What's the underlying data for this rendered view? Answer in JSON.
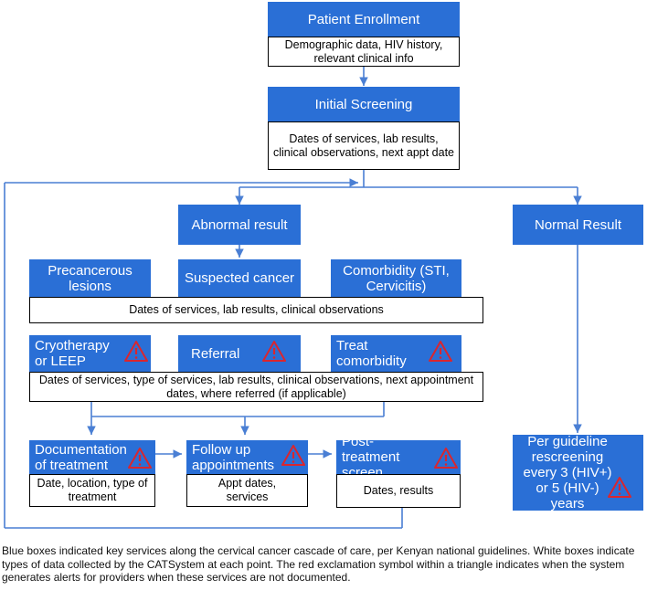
{
  "nodes": {
    "patient_enrollment": "Patient Enrollment",
    "patient_enrollment_data": "Demographic data, HIV history, relevant clinical info",
    "initial_screening": "Initial Screening",
    "initial_screening_data": "Dates of services, lab results, clinical observations, next appt date",
    "abnormal_result": "Abnormal result",
    "normal_result": "Normal Result",
    "precancerous_lesions": "Precancerous lesions",
    "suspected_cancer": "Suspected cancer",
    "comorbidity": "Comorbidity (STI, Cervicitis)",
    "diagnosis_data": "Dates of services, lab results, clinical observations",
    "cryotherapy": "Cryotherapy or LEEP",
    "referral": "Referral",
    "treat_comorbidity": "Treat comorbidity",
    "treatment_data": "Dates of services, type of services, lab results, clinical observations, next appointment dates, where referred (if applicable)",
    "documentation_of_treatment": "Documentation of treatment",
    "documentation_data": "Date, location, type of treatment",
    "follow_up_appointments": "Follow up appointments",
    "follow_up_data": "Appt dates, services",
    "post_treatment_screen": "Post-treatment screen",
    "post_treatment_data": "Dates, results",
    "rescreening": "Per guideline rescreening every 3 (HIV+) or 5 (HIV-) years"
  },
  "caption": "Blue boxes indicated key services along the cervical cancer cascade of care, per Kenyan national guidelines. White boxes indicate types of data collected by the CATSystem at each point. The red exclamation symbol within a triangle indicates when the system generates alerts for providers when these services are not documented.",
  "colors": {
    "service_box": "#2a6fd6",
    "data_box": "#ffffff",
    "connector": "#4a7fd4",
    "alert": "#d9262f"
  },
  "icons": {
    "alert": "warning-triangle-icon"
  }
}
